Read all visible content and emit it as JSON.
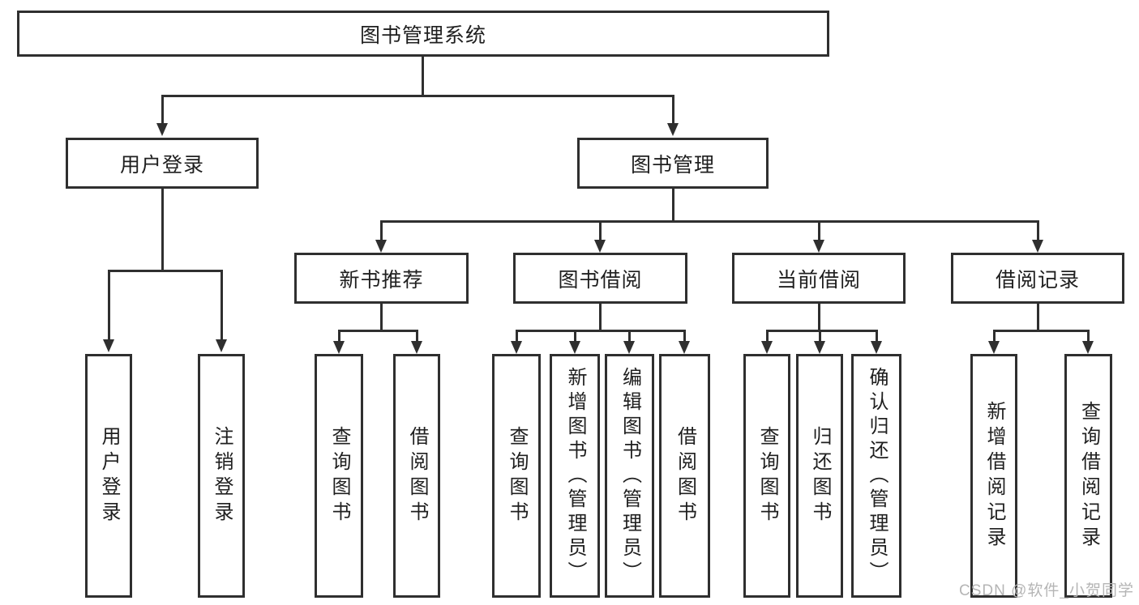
{
  "colors": {
    "line": "#2f2f2f",
    "text": "#1f1f1f",
    "watermark": "#b5b5b5",
    "background": "#ffffff"
  },
  "root": {
    "label": "图书管理系统"
  },
  "branches": [
    {
      "label": "用户登录",
      "children": [
        {
          "label": "用户登录"
        },
        {
          "label": "注销登录"
        }
      ]
    },
    {
      "label": "图书管理",
      "children": [
        {
          "label": "新书推荐",
          "children": [
            {
              "label": "查询图书"
            },
            {
              "label": "借阅图书"
            }
          ]
        },
        {
          "label": "图书借阅",
          "children": [
            {
              "label": "查询图书"
            },
            {
              "label": "新增图书（管理员）"
            },
            {
              "label": "编辑图书（管理员）"
            },
            {
              "label": "借阅图书"
            }
          ]
        },
        {
          "label": "当前借阅",
          "children": [
            {
              "label": "查询图书"
            },
            {
              "label": "归还图书"
            },
            {
              "label": "确认归还（管理员）"
            }
          ]
        },
        {
          "label": "借阅记录",
          "children": [
            {
              "label": "新增借阅记录"
            },
            {
              "label": "查询借阅记录"
            }
          ]
        }
      ]
    }
  ],
  "watermark": "CSDN @软件_小贺同学"
}
